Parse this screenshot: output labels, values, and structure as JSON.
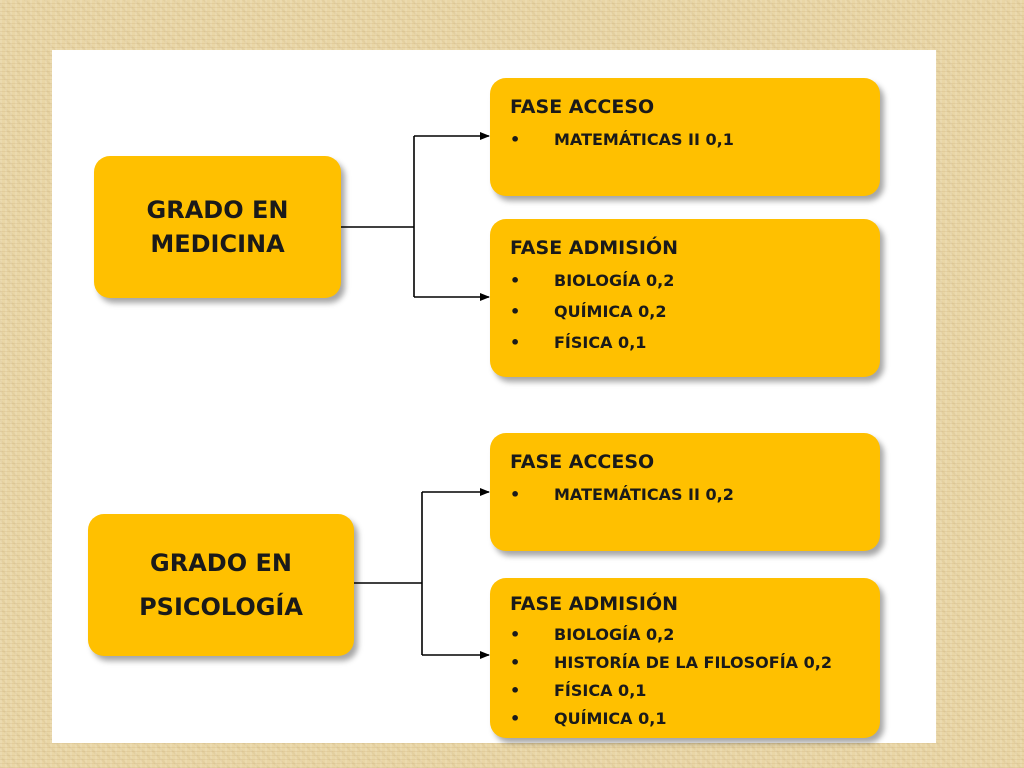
{
  "degrees": [
    {
      "title_line1": "GRADO EN",
      "title_line2": "MEDICINA",
      "access": {
        "title": "FASE ACCESO",
        "items": [
          "MATEMÁTICAS II 0,1"
        ]
      },
      "admission": {
        "title": "FASE ADMISIÓN",
        "items": [
          "BIOLOGÍA 0,2",
          "QUÍMICA 0,2",
          "FÍSICA 0,1"
        ]
      }
    },
    {
      "title_line1": "GRADO EN",
      "title_line2": "PSICOLOGÍA",
      "access": {
        "title": "FASE ACCESO",
        "items": [
          "MATEMÁTICAS II 0,2"
        ]
      },
      "admission": {
        "title": "FASE ADMISIÓN",
        "items": [
          "BIOLOGÍA 0,2",
          "HISTORÍA DE LA FILOSOFÍA 0,2",
          "FÍSICA 0,1",
          "QUÍMICA 0,1"
        ]
      }
    }
  ],
  "bullet_symbol": "•",
  "colors": {
    "box_fill": "#ffc000",
    "slide_background": "#ffffff",
    "connector": "#000000"
  }
}
